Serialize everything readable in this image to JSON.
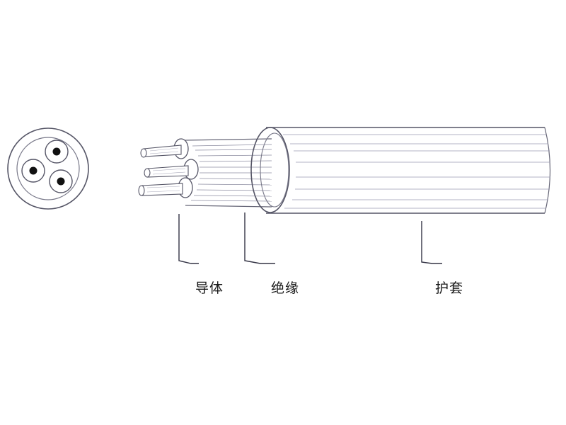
{
  "diagram": {
    "labels": {
      "conductor": "导体",
      "insulation": "绝缘",
      "sheath": "护套"
    },
    "colors": {
      "line": "#555566",
      "stripe": "#9a9ab0",
      "conductor_dot": "#111111",
      "fill": "#ffffff"
    }
  }
}
